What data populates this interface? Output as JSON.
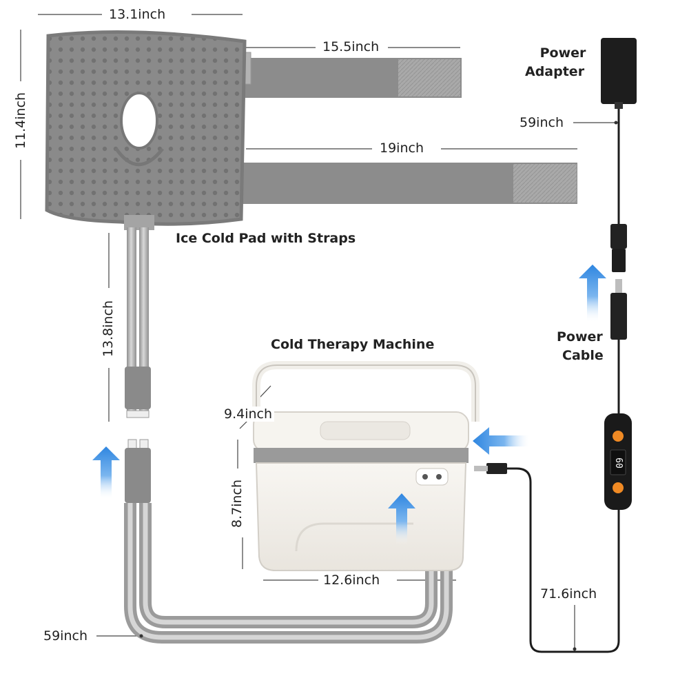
{
  "labels": {
    "power_adapter_line1": "Power",
    "power_adapter_line2": "Adapter",
    "power_cable_line1": "Power",
    "power_cable_line2": "Cable",
    "ice_cold_pad": "Ice Cold Pad with Straps",
    "cold_therapy_machine": "Cold Therapy Machine"
  },
  "dimensions": {
    "pad_width": "13.1inch",
    "pad_height": "11.4inch",
    "strap_top": "15.5inch",
    "strap_bottom": "19inch",
    "hose_upper": "13.8inch",
    "hose_long": "59inch",
    "adapter_cord": "59inch",
    "machine_depth": "9.4inch",
    "machine_height": "8.7inch",
    "machine_width": "12.6inch",
    "power_cable_length": "71.6inch"
  },
  "controller": {
    "display": "60"
  },
  "colors": {
    "pad": "#8a8a8a",
    "strap": "#8c8c8c",
    "hose": "#b5b5b5",
    "machine_body": "#f4f1ec",
    "machine_band": "#9a9a9a",
    "arrow": "#3b8fe0",
    "button": "#f08a24",
    "cable": "#1c1c1c"
  }
}
